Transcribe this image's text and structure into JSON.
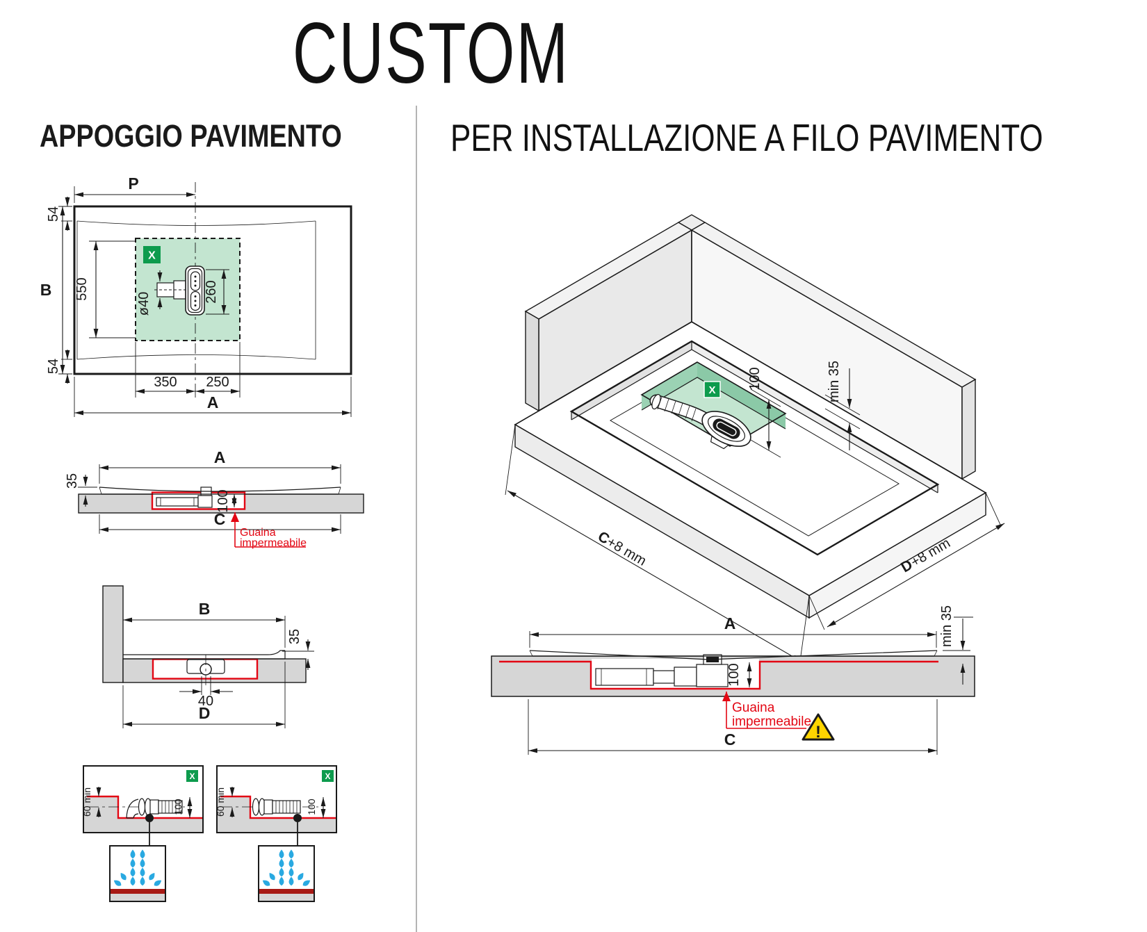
{
  "title": "CUSTOM",
  "left": {
    "heading": "APPOGGIO PAVIMENTO",
    "plan": {
      "p": "P",
      "b": "B",
      "a": "A",
      "top54": "54",
      "bottom54": "54",
      "h550": "550",
      "d40": "ø40",
      "v260": "260",
      "w350": "350",
      "w250": "250",
      "x_badge": "X"
    },
    "section_front": {
      "a": "A",
      "t35": "35",
      "d100": "100",
      "c": "C",
      "guaina1": "Guaina",
      "guaina2": "impermeabile"
    },
    "section_side": {
      "b": "B",
      "t35": "35",
      "w40": "40",
      "d": "D"
    },
    "details": {
      "min60": "60 min",
      "d100": "100",
      "x_badge": "X"
    }
  },
  "right": {
    "heading": "PER INSTALLAZIONE A FILO PAVIMENTO",
    "iso": {
      "d100": "100",
      "min35": "min 35",
      "c": "C",
      "c_suffix": "+8 mm",
      "d": "D",
      "d_suffix": "+8 mm",
      "x_badge": "X"
    },
    "section": {
      "a": "A",
      "min35": "min 35",
      "d100": "100",
      "c": "C",
      "guaina1": "Guaina",
      "guaina2": "impermeabile",
      "warn": "!"
    }
  },
  "colors": {
    "green_area": "#c3e5d0",
    "green_wall_dark": "#8bc9a7",
    "green_badge": "#0d9b4d",
    "red": "#e30613",
    "dark_red_stripe": "#a81a15",
    "gray_slab": "#d6d6d6",
    "blue_drop": "#29a9e1",
    "warning_yellow": "#ffd500",
    "line": "#1a1a1a"
  }
}
